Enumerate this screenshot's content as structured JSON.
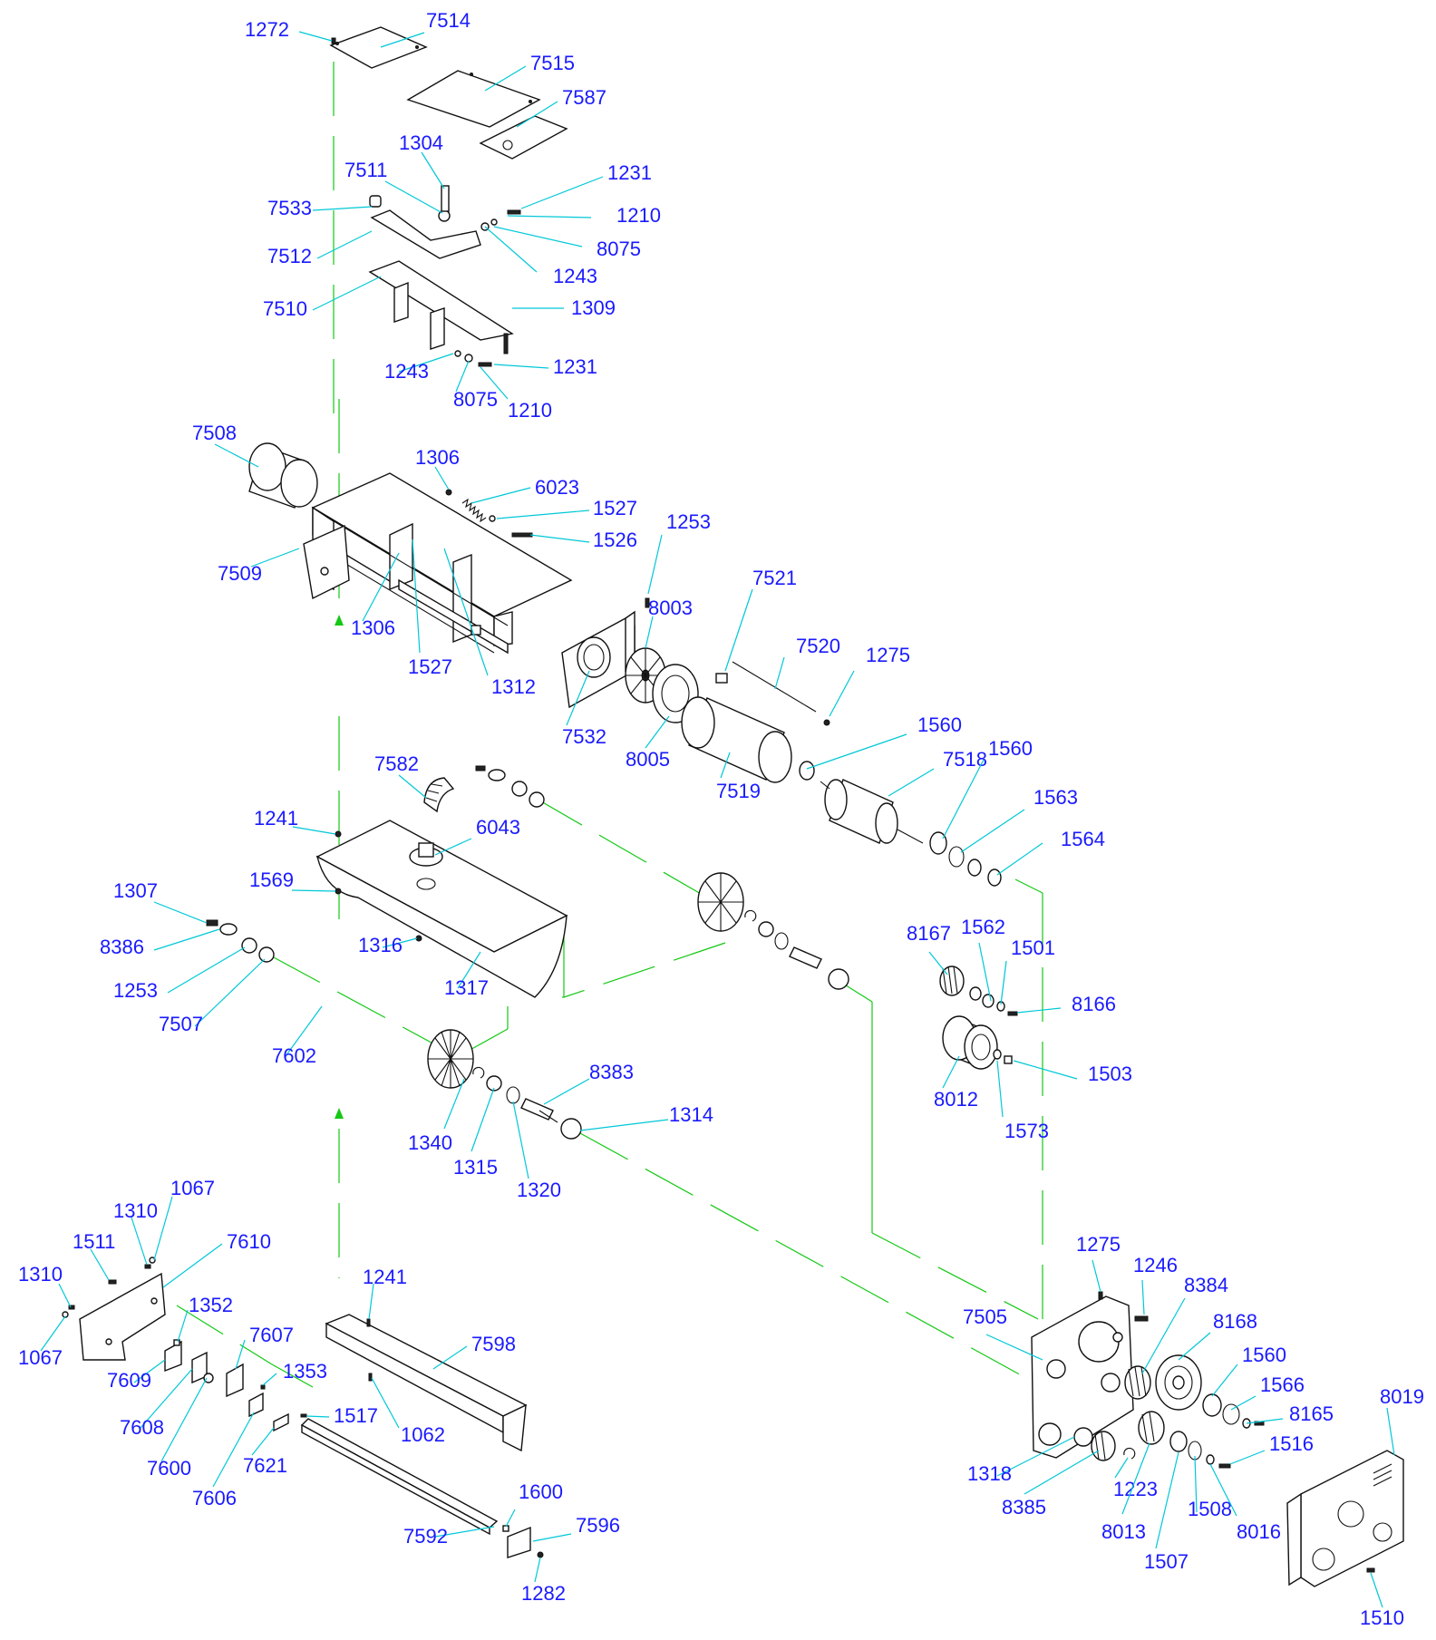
{
  "part_labels": [
    "1272",
    "7514",
    "7515",
    "7587",
    "1304",
    "1231",
    "7511",
    "7533",
    "1210",
    "7512",
    "8075",
    "1243",
    "7510",
    "1309",
    "1243",
    "1231",
    "8075",
    "1210",
    "7508",
    "1306",
    "6023",
    "1527",
    "1526",
    "1253",
    "7509",
    "1306",
    "1527",
    "1312",
    "7521",
    "8003",
    "7520",
    "1275",
    "7532",
    "8005",
    "1560",
    "7519",
    "7518",
    "1560",
    "7582",
    "1563",
    "1564",
    "1241",
    "6043",
    "1569",
    "1307",
    "8386",
    "1253",
    "7507",
    "1316",
    "1317",
    "8167",
    "1562",
    "1501",
    "8166",
    "7602",
    "8383",
    "8012",
    "1503",
    "1314",
    "1340",
    "1573",
    "1315",
    "1320",
    "1067",
    "1310",
    "7610",
    "1511",
    "1310",
    "1352",
    "1067",
    "7607",
    "7609",
    "1353",
    "1241",
    "7598",
    "7608",
    "1517",
    "7600",
    "1062",
    "7621",
    "7606",
    "1275",
    "1246",
    "8384",
    "7505",
    "8168",
    "1560",
    "1566",
    "8165",
    "8019",
    "1516",
    "1318",
    "8385",
    "1223",
    "8013",
    "1508",
    "8016",
    "1507",
    "1600",
    "7596",
    "7592",
    "1282",
    "1510"
  ]
}
